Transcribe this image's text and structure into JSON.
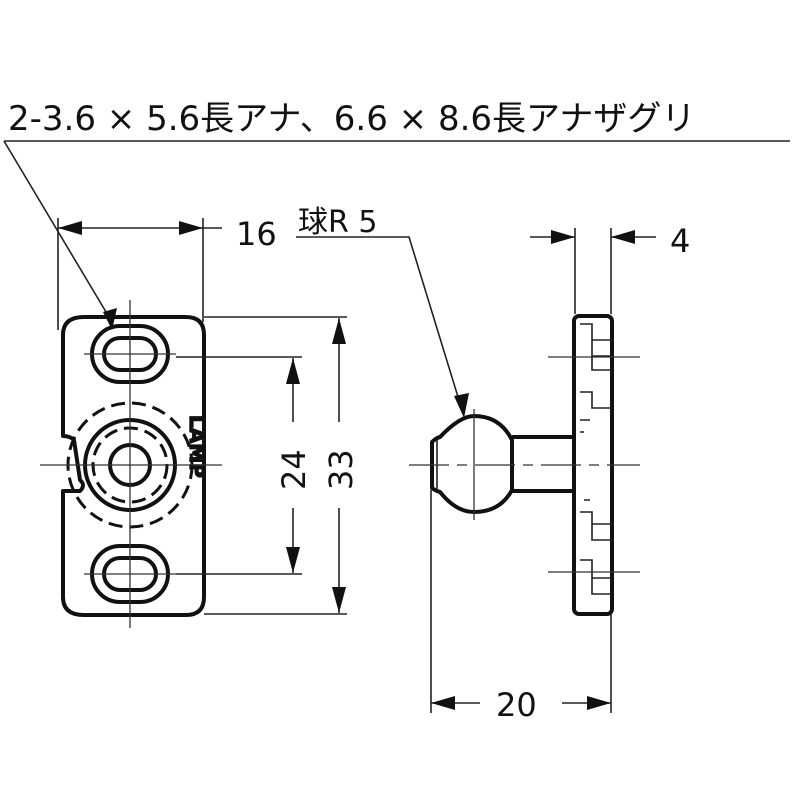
{
  "callout": {
    "hole_note": "2-3.6 × 5.6長アナ、6.6 × 8.6長アナザグリ",
    "ball_note": "球R 5"
  },
  "dimensions": {
    "width_front": "16",
    "hole_pitch": "24",
    "height_front": "33",
    "plate_thickness": "4",
    "overall_length": "20"
  },
  "marking": {
    "logo_text": "LAMP"
  },
  "colors": {
    "line": "#111111",
    "background": "#ffffff"
  }
}
